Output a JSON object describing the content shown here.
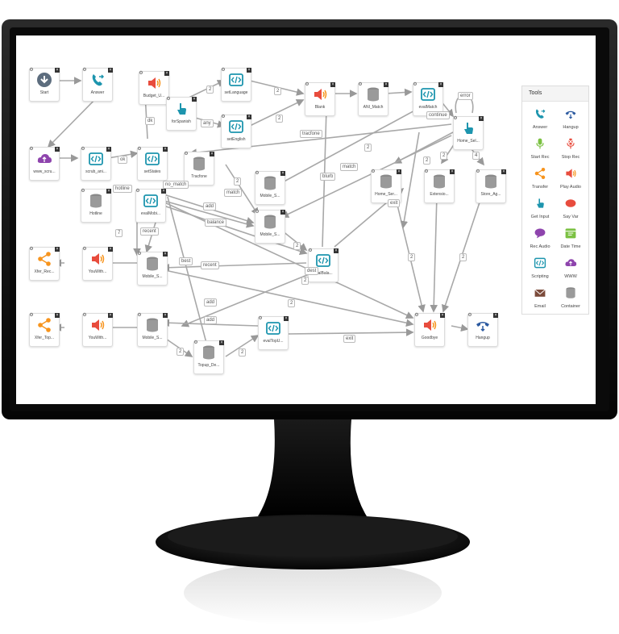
{
  "colors": {
    "teal": "#1d95ae",
    "orange": "#f7941d",
    "red": "#e84c3d",
    "blue": "#1a75bb",
    "green": "#7bc142",
    "gray": "#9a9a9a",
    "purple": "#8e44ad",
    "darkblue": "#2c5aa0",
    "monitor": "#111111"
  },
  "tools": {
    "title": "Tools",
    "items": [
      {
        "label": "Answer",
        "icon": "phone-answer-icon"
      },
      {
        "label": "Hangup",
        "icon": "phone-hangup-icon"
      },
      {
        "label": "Start Rec",
        "icon": "mic-start-icon"
      },
      {
        "label": "Stop Rec",
        "icon": "mic-stop-icon"
      },
      {
        "label": "Transfer",
        "icon": "share-icon"
      },
      {
        "label": "Play Audio",
        "icon": "speaker-icon"
      },
      {
        "label": "Get Input",
        "icon": "hand-icon"
      },
      {
        "label": "Say Var",
        "icon": "speech-bubble-icon"
      },
      {
        "label": "Rec Audio",
        "icon": "record-bubble-icon"
      },
      {
        "label": "Date Time",
        "icon": "calendar-icon"
      },
      {
        "label": "Scripting",
        "icon": "code-icon"
      },
      {
        "label": "WWW",
        "icon": "cloud-icon"
      },
      {
        "label": "Email",
        "icon": "email-icon"
      },
      {
        "label": "Container",
        "icon": "database-icon"
      }
    ]
  },
  "nodes": [
    {
      "id": "start",
      "name": "Start",
      "type": "start"
    },
    {
      "id": "answer",
      "name": "Answer",
      "type": "answer"
    },
    {
      "id": "budget",
      "name": "Budget_U...",
      "type": "audio"
    },
    {
      "id": "setlang",
      "name": "setLanguage",
      "type": "script"
    },
    {
      "id": "forspanish",
      "name": "forSpanish",
      "type": "input"
    },
    {
      "id": "setenglish",
      "name": "setEnglish",
      "type": "script"
    },
    {
      "id": "blank",
      "name": "Blank",
      "type": "audio"
    },
    {
      "id": "ani",
      "name": "ANI_Match",
      "type": "db"
    },
    {
      "id": "evalmatch",
      "name": "evalMatch",
      "type": "script"
    },
    {
      "id": "homesel",
      "name": "Home_Sel...",
      "type": "input"
    },
    {
      "id": "www",
      "name": "www_scru...",
      "type": "www"
    },
    {
      "id": "scrub",
      "name": "scrub_ani...",
      "type": "script"
    },
    {
      "id": "setstates",
      "name": "setStates",
      "type": "script"
    },
    {
      "id": "tracfone",
      "name": "Tracfone",
      "type": "db"
    },
    {
      "id": "mobiles1",
      "name": "Mobile_S...",
      "type": "db"
    },
    {
      "id": "homeser",
      "name": "Home_Ser...",
      "type": "db"
    },
    {
      "id": "extensio",
      "name": "Extensio...",
      "type": "db"
    },
    {
      "id": "storeag",
      "name": "Store_Ag...",
      "type": "db"
    },
    {
      "id": "hotline",
      "name": "Hotline",
      "type": "db"
    },
    {
      "id": "evalmobi",
      "name": "evalMobi...",
      "type": "script"
    },
    {
      "id": "mobiles2",
      "name": "Mobile_S...",
      "type": "db"
    },
    {
      "id": "xferrec",
      "name": "Xfer_Rec...",
      "type": "transfer"
    },
    {
      "id": "youwith1",
      "name": "YouWith...",
      "type": "audio"
    },
    {
      "id": "mobiles3",
      "name": "Mobile_S...",
      "type": "db"
    },
    {
      "id": "evalbala",
      "name": "evalBala...",
      "type": "script"
    },
    {
      "id": "xfertop",
      "name": "Xfer_Top...",
      "type": "transfer"
    },
    {
      "id": "youwith2",
      "name": "YouWith...",
      "type": "audio"
    },
    {
      "id": "mobiles4",
      "name": "Mobile_S...",
      "type": "db"
    },
    {
      "id": "evaltopu",
      "name": "evalTopU...",
      "type": "script"
    },
    {
      "id": "goodbye",
      "name": "Goodbye",
      "type": "audio"
    },
    {
      "id": "hangup",
      "name": "Hangup",
      "type": "hangup"
    },
    {
      "id": "topup",
      "name": "Topup_De...",
      "type": "db"
    }
  ],
  "edge_labels": [
    "2",
    "any",
    "2",
    "2",
    "tracfone",
    "continue",
    "error",
    "dk",
    "ok",
    "hotline",
    "no_match",
    "add",
    "match",
    "balance",
    "recent",
    "7",
    "blurb",
    "match",
    "exit",
    "2",
    "2",
    "2",
    "4",
    "2",
    "2",
    "2",
    "recent",
    "dest",
    "add",
    "add",
    "best",
    "2",
    "2",
    "2",
    "exit",
    "2",
    "2"
  ]
}
